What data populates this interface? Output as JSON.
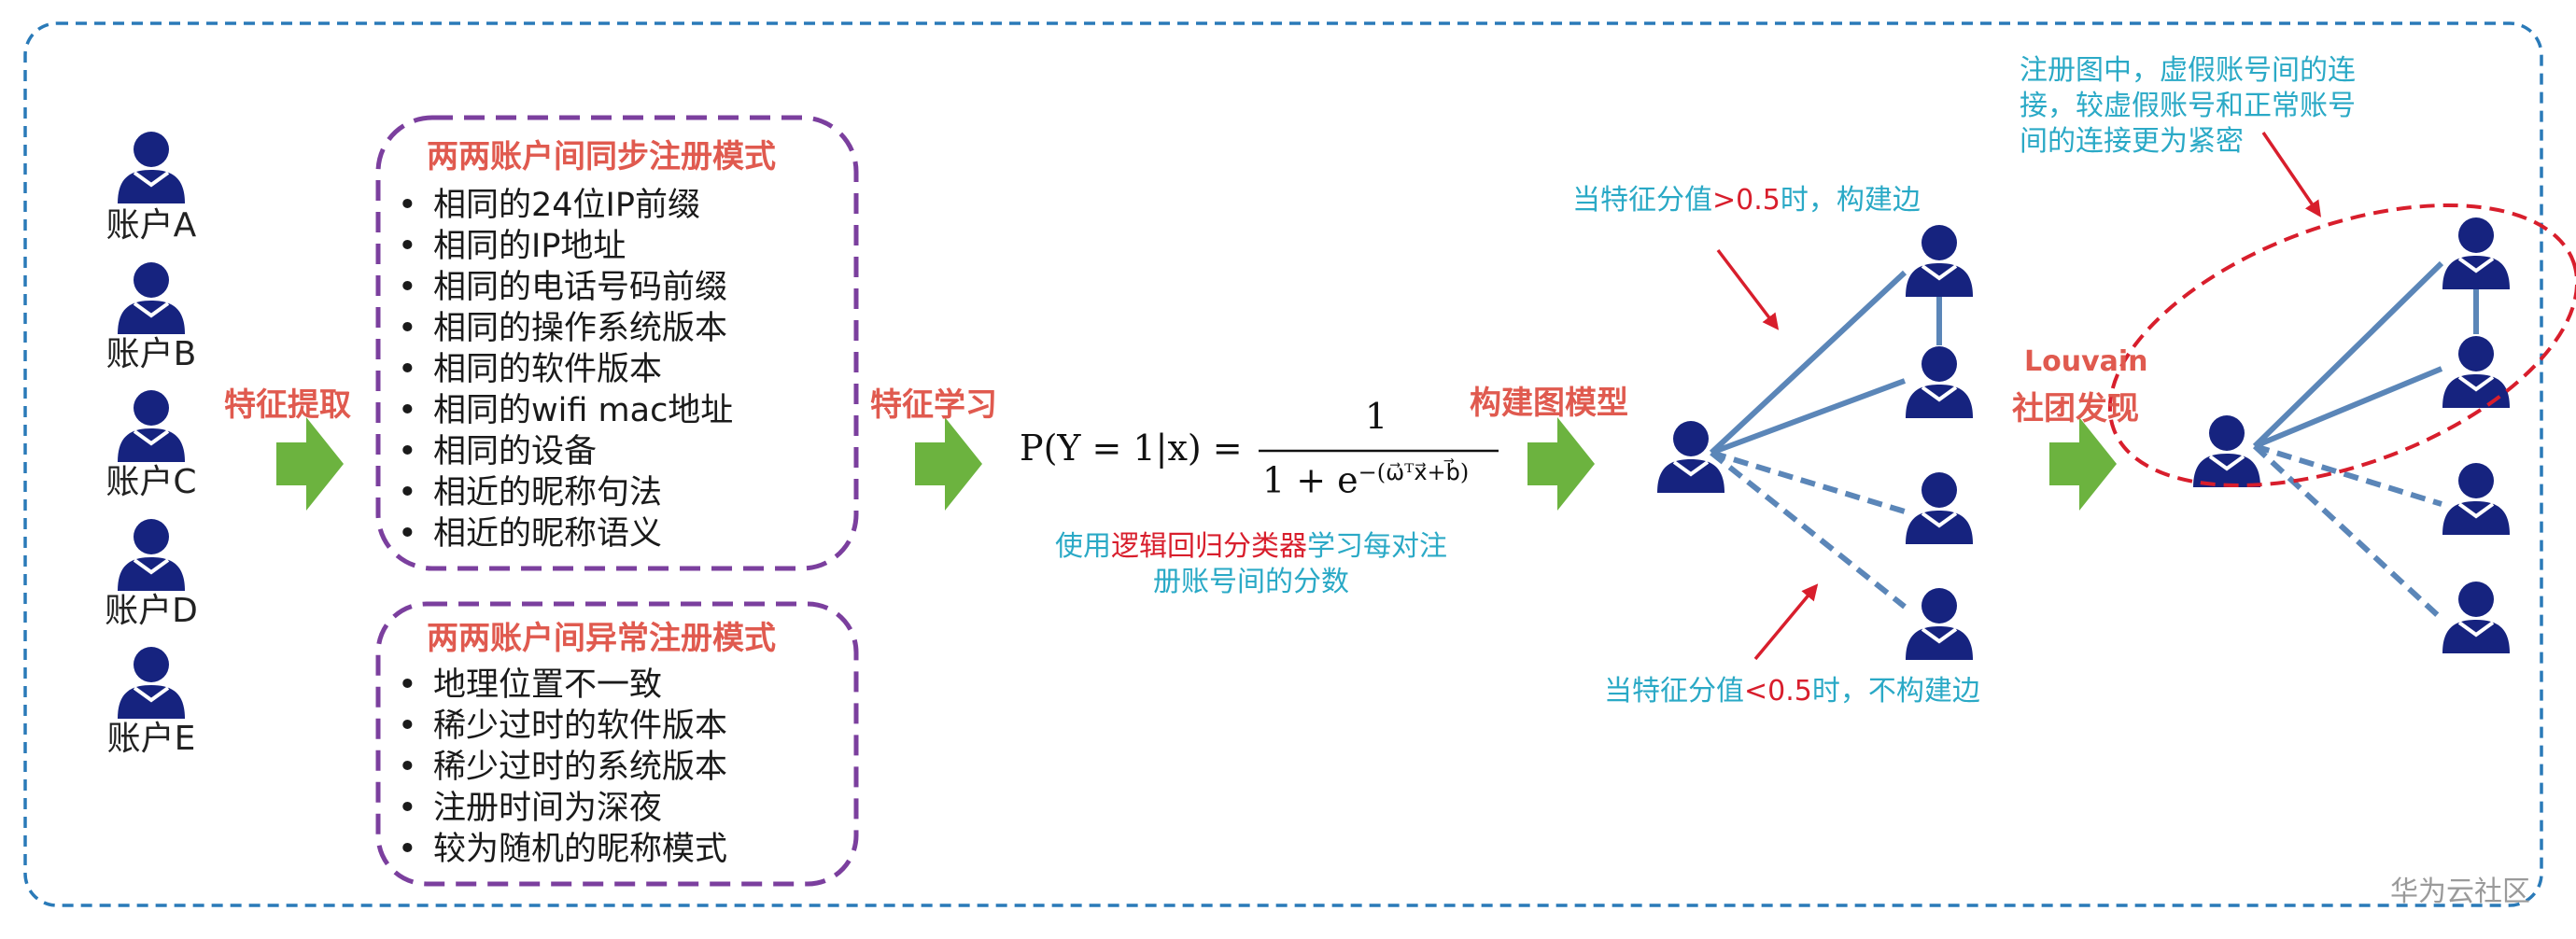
{
  "accounts": [
    "账户A",
    "账户B",
    "账户C",
    "账户D",
    "账户E"
  ],
  "steps": {
    "feature_extraction": "特征提取",
    "feature_learning": "特征学习",
    "build_graph": "构建图模型",
    "louvain_line1": "Louvain",
    "louvain_line2": "社团发现"
  },
  "sync_box": {
    "title": "两两账户间同步注册模式",
    "items": [
      "相同的24位IP前缀",
      "相同的IP地址",
      "相同的电话号码前缀",
      "相同的操作系统版本",
      "相同的软件版本",
      "相同的wifi mac地址",
      "相同的设备",
      "相近的昵称句法",
      "相近的昵称语义"
    ]
  },
  "anomaly_box": {
    "title": "两两账户间异常注册模式",
    "items": [
      "地理位置不一致",
      "稀少过时的软件版本",
      "稀少过时的系统版本",
      "注册时间为深夜",
      "较为随机的昵称模式"
    ]
  },
  "formula": {
    "lhs": "P(Y = 1|x) =",
    "numerator": "1",
    "denominator_base": "1 + e",
    "exponent": "−(ω⃗ᵀx⃗+b⃗)"
  },
  "classifier_note": {
    "part1": "使用",
    "highlight": "逻辑回归分类器",
    "part2": "学习每对注",
    "line2": "册账号间的分数"
  },
  "edge_note_gt": {
    "a": "当特征分值",
    "b": ">0.5",
    "c": "时，构建边"
  },
  "edge_note_lt": {
    "a": "当特征分值",
    "b": "<0.5",
    "c": "时，不构建边"
  },
  "community_note": [
    "注册图中，虚假账号间的连",
    "接，较虚假账号和正常账号",
    "间的连接更为紧密"
  ],
  "watermark": "华为云社区",
  "colors": {
    "person": "#16237f",
    "arrow_green": "#6cb33f",
    "box_purple": "#7b3f9e",
    "frame_blue": "#2a7ab8",
    "edge_blue": "#5b86b8",
    "annot_red": "#d81e2c",
    "cyan": "#2aa9c6"
  }
}
